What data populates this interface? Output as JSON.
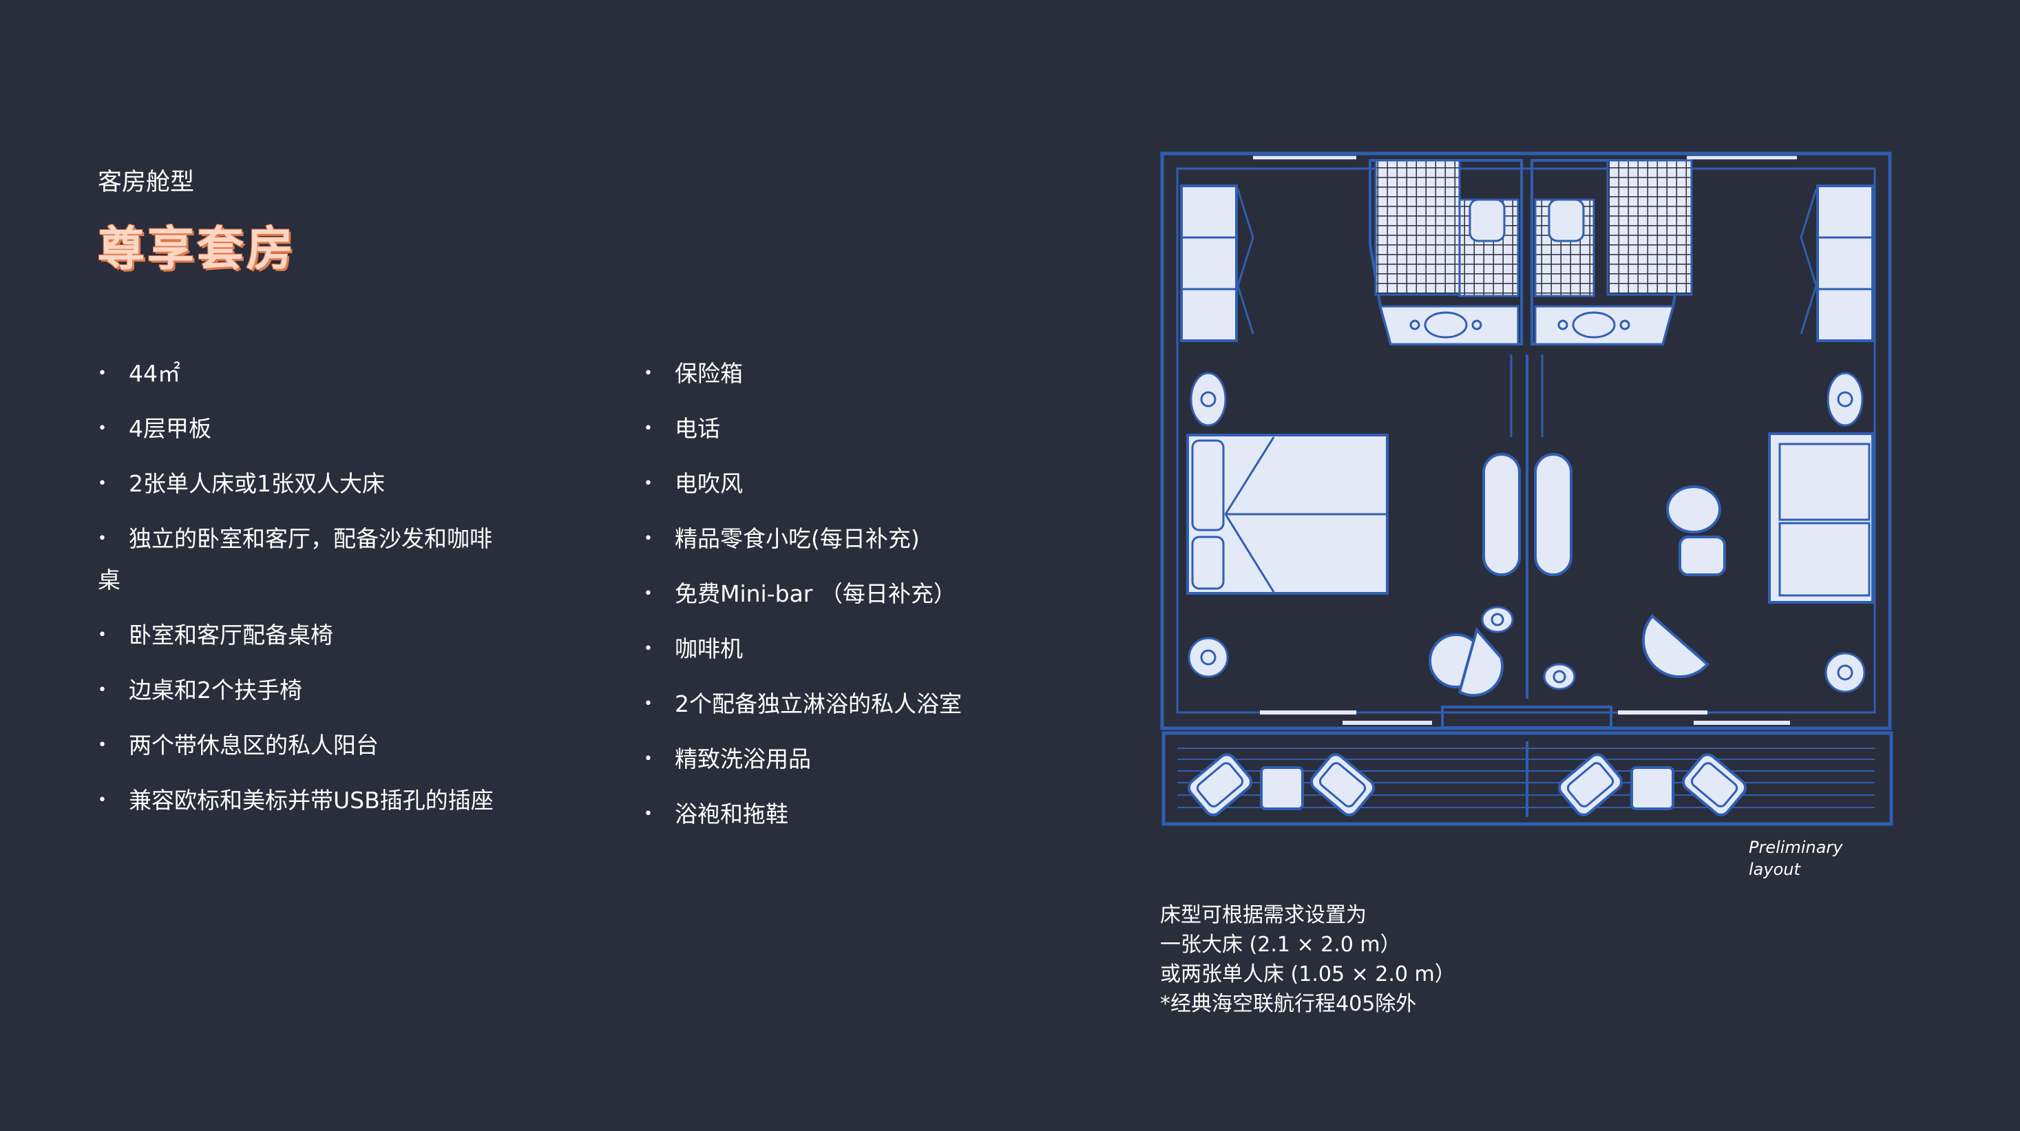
{
  "header": {
    "eyebrow": "客房舱型",
    "title": "尊享套房"
  },
  "features_left": [
    "44㎡",
    "4层甲板",
    "2张单人床或1张双人大床",
    "独立的卧室和客厅，配备沙发和咖啡",
    "卧室和客厅配备桌椅",
    "边桌和2个扶手椅",
    "两个带休息区的私人阳台",
    "兼容欧标和美标并带USB插孔的插座"
  ],
  "features_left_wrap_tail": "桌",
  "features_right": [
    "保险箱",
    "电话",
    "电吹风",
    "精品零食小吃(每日补充)",
    "免费Mini-bar （每日补充）",
    "咖啡机",
    "2个配备独立淋浴的私人浴室",
    "精致洗浴用品",
    "浴袍和拖鞋"
  ],
  "floorplan": {
    "caption_line1": "Preliminary",
    "caption_line2": "layout",
    "line_color": "#2f5fb3",
    "fill_color": "#e4e9f7"
  },
  "notes": [
    "床型可根据需求设置为",
    "一张大床 (2.1 × 2.0 m）",
    "或两张单人床 (1.05 × 2.0 m）",
    "*经典海空联航行程405除外"
  ],
  "colors": {
    "background": "#2a2d3b",
    "title": "#fbd6c4",
    "title_shadow": "#e07a4a"
  }
}
